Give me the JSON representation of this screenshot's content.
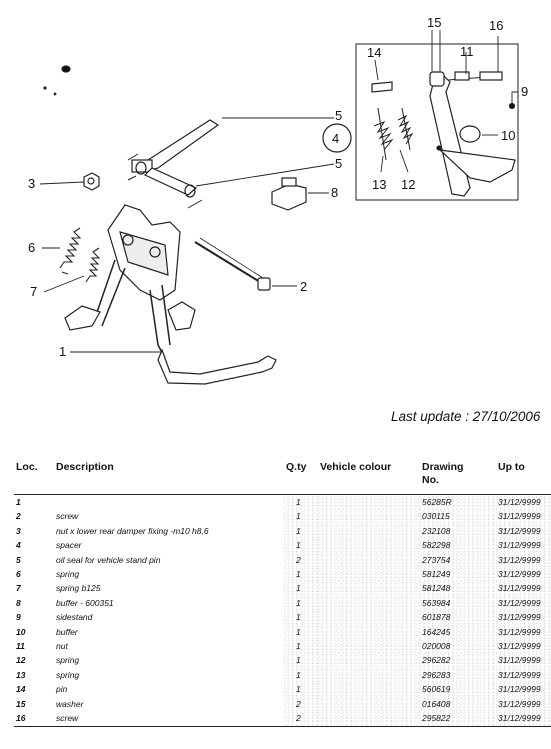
{
  "callouts": [
    "1",
    "2",
    "3",
    "4",
    "5",
    "5",
    "6",
    "7",
    "8",
    "9",
    "10",
    "11",
    "12",
    "13",
    "14",
    "15",
    "16"
  ],
  "last_update": "Last update : 27/10/2006",
  "table": {
    "headers": {
      "loc": "Loc.",
      "description": "Description",
      "qty": "Q.ty",
      "vehicle_colour": "Vehicle colour",
      "drawing_no_line1": "Drawing",
      "drawing_no_line2": "No.",
      "up_to": "Up to"
    },
    "rows": [
      {
        "loc": "1",
        "description": "",
        "qty": "1",
        "colour": "",
        "drawing": "56285R",
        "upto": "31/12/9999"
      },
      {
        "loc": "2",
        "description": "screw",
        "qty": "1",
        "colour": "",
        "drawing": "030115",
        "upto": "31/12/9999"
      },
      {
        "loc": "3",
        "description": "nut x lower rear damper fixing -m10 h8,6",
        "qty": "1",
        "colour": "",
        "drawing": "232108",
        "upto": "31/12/9999"
      },
      {
        "loc": "4",
        "description": "spacer",
        "qty": "1",
        "colour": "",
        "drawing": "582298",
        "upto": "31/12/9999"
      },
      {
        "loc": "5",
        "description": "oil seal for vehicle stand pin",
        "qty": "2",
        "colour": "",
        "drawing": "273754",
        "upto": "31/12/9999"
      },
      {
        "loc": "6",
        "description": "spring",
        "qty": "1",
        "colour": "",
        "drawing": "581249",
        "upto": "31/12/9999"
      },
      {
        "loc": "7",
        "description": "spring b125",
        "qty": "1",
        "colour": "",
        "drawing": "581248",
        "upto": "31/12/9999"
      },
      {
        "loc": "8",
        "description": "buffer - 600351",
        "qty": "1",
        "colour": "",
        "drawing": "563984",
        "upto": "31/12/9999"
      },
      {
        "loc": "9",
        "description": "sidestand",
        "qty": "1",
        "colour": "",
        "drawing": "601878",
        "upto": "31/12/9999"
      },
      {
        "loc": "10",
        "description": "buffer",
        "qty": "1",
        "colour": "",
        "drawing": "164245",
        "upto": "31/12/9999"
      },
      {
        "loc": "11",
        "description": "nut",
        "qty": "1",
        "colour": "",
        "drawing": "020008",
        "upto": "31/12/9999"
      },
      {
        "loc": "12",
        "description": "spring",
        "qty": "1",
        "colour": "",
        "drawing": "296282",
        "upto": "31/12/9999"
      },
      {
        "loc": "13",
        "description": "spring",
        "qty": "1",
        "colour": "",
        "drawing": "296283",
        "upto": "31/12/9999"
      },
      {
        "loc": "14",
        "description": "pin",
        "qty": "1",
        "colour": "",
        "drawing": "560619",
        "upto": "31/12/9999"
      },
      {
        "loc": "15",
        "description": "washer",
        "qty": "2",
        "colour": "",
        "drawing": "016408",
        "upto": "31/12/9999"
      },
      {
        "loc": "16",
        "description": "screw",
        "qty": "2",
        "colour": "",
        "drawing": "295822",
        "upto": "31/12/9999"
      }
    ]
  }
}
